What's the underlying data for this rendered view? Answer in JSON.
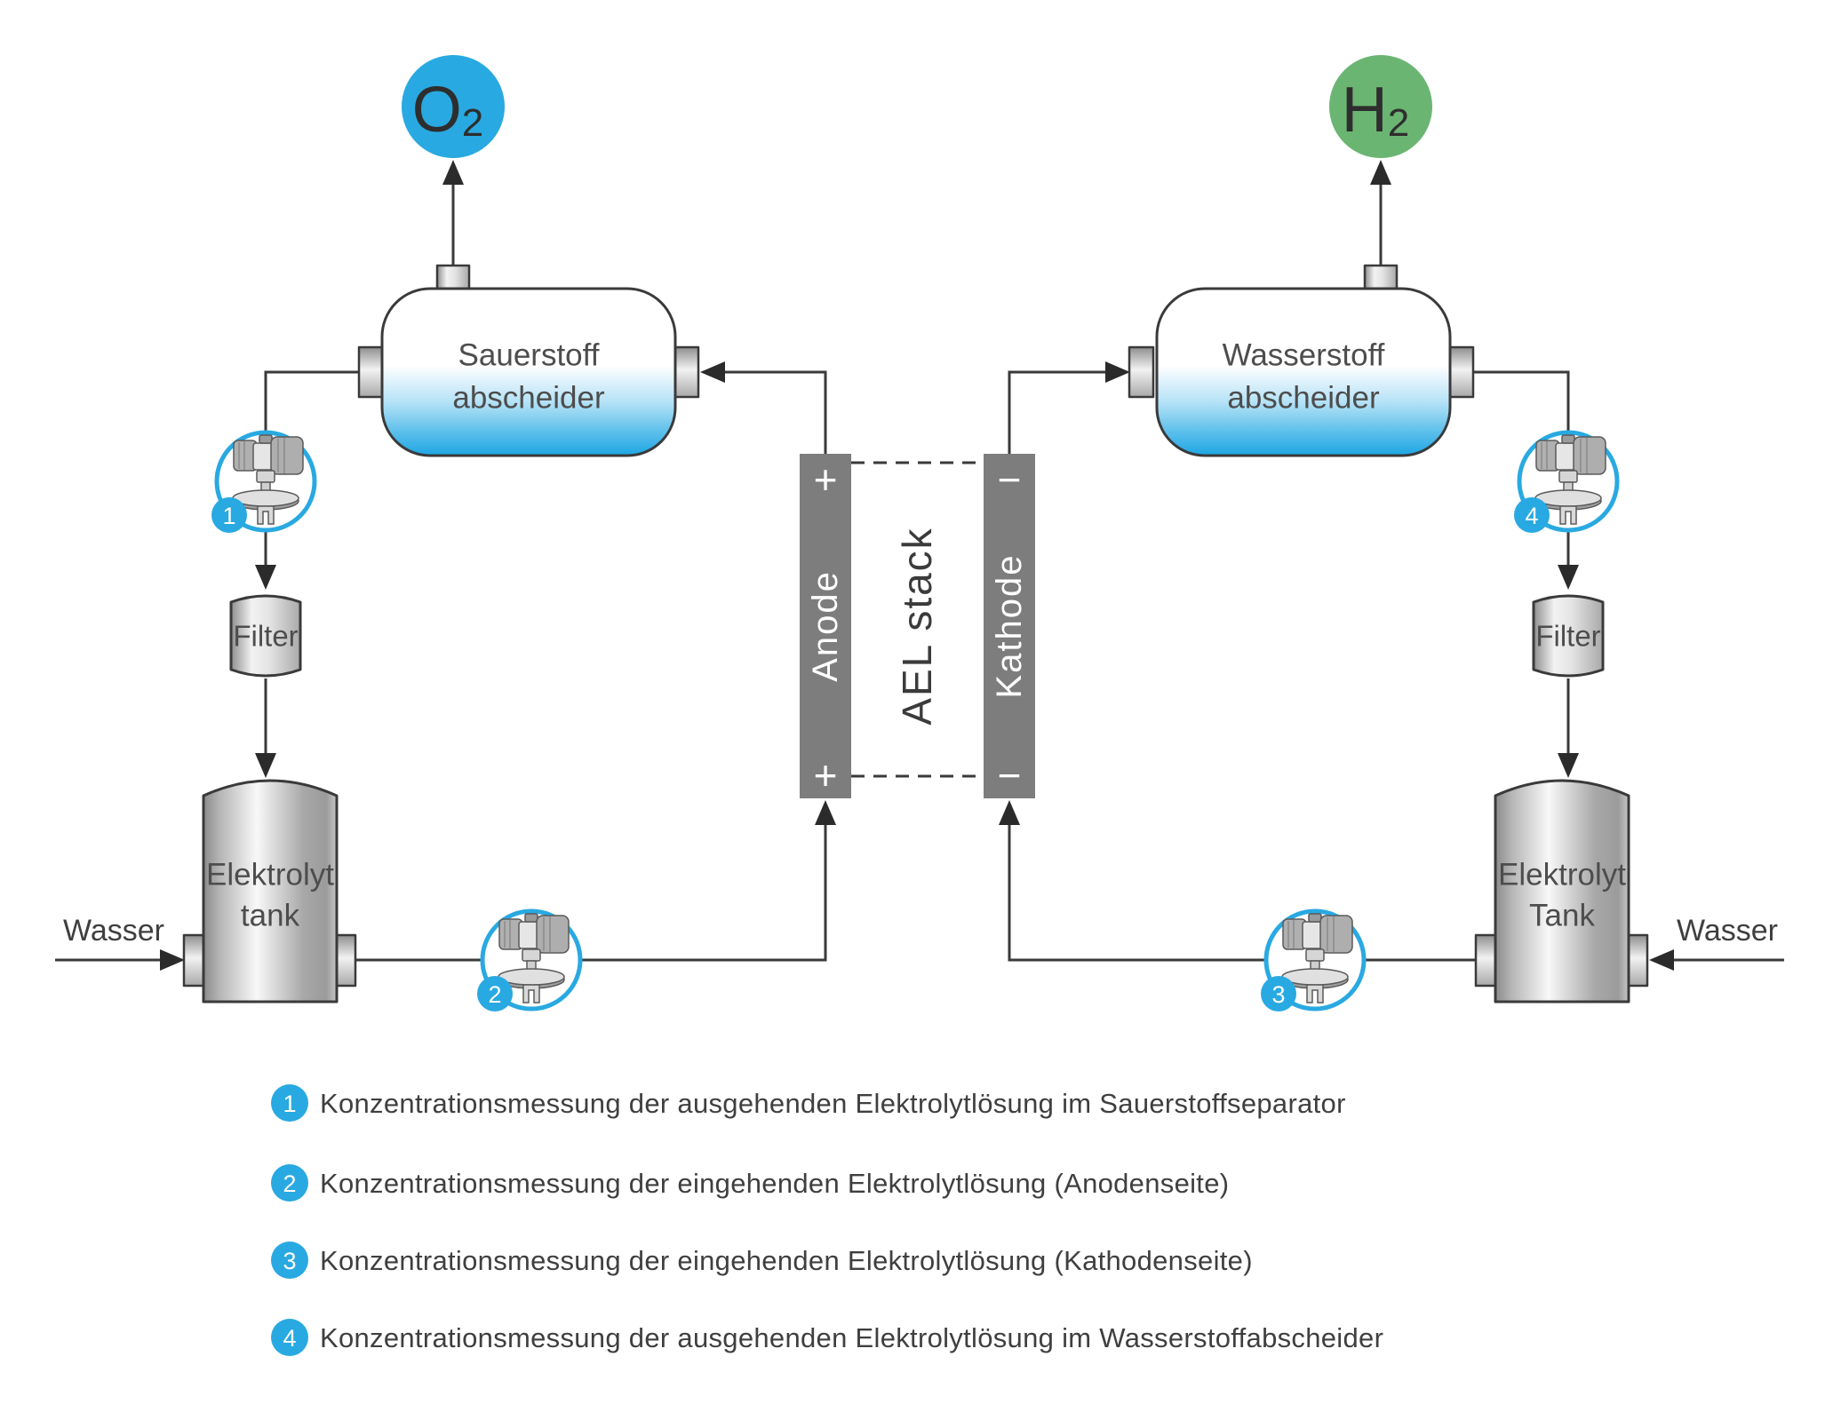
{
  "colors": {
    "accent_blue": "#29a9e1",
    "gas_green": "#6bb573",
    "bar_gray": "#7d7d7d",
    "line_dark": "#3a3a3a",
    "vessel_blue": "#1ea6e4"
  },
  "gas_outputs": {
    "oxygen": {
      "symbol": "O",
      "subscript": "2"
    },
    "hydrogen": {
      "symbol": "H",
      "subscript": "2"
    }
  },
  "separators": {
    "oxygen": {
      "line1": "Sauerstoff",
      "line2": "abscheider"
    },
    "hydrogen": {
      "line1": "Wasserstoff",
      "line2": "abscheider"
    }
  },
  "stack": {
    "label": "AEL stack",
    "anode": "Anode",
    "kathode": "Kathode",
    "anode_sign_top": "+",
    "anode_sign_bottom": "+",
    "kathode_sign_top": "−",
    "kathode_sign_bottom": "−"
  },
  "filters": {
    "left": "Filter",
    "right": "Filter"
  },
  "tanks": {
    "left": {
      "line1": "Elektrolyt",
      "line2": "tank"
    },
    "right": {
      "line1": "Elektrolyt",
      "line2": "Tank"
    }
  },
  "water": {
    "left": "Wasser",
    "right": "Wasser"
  },
  "sensors": {
    "s1": "1",
    "s2": "2",
    "s3": "3",
    "s4": "4"
  },
  "legend": [
    {
      "number": "1",
      "text": "Konzentrationsmessung der ausgehenden Elektrolytlösung im Sauerstoffseparator"
    },
    {
      "number": "2",
      "text": "Konzentrationsmessung der eingehenden Elektrolytlösung (Anodenseite)"
    },
    {
      "number": "3",
      "text": "Konzentrationsmessung der eingehenden Elektrolytlösung (Kathodenseite)"
    },
    {
      "number": "4",
      "text": "Konzentrationsmessung der ausgehenden Elektrolytlösung im Wasserstoffabscheider"
    }
  ]
}
